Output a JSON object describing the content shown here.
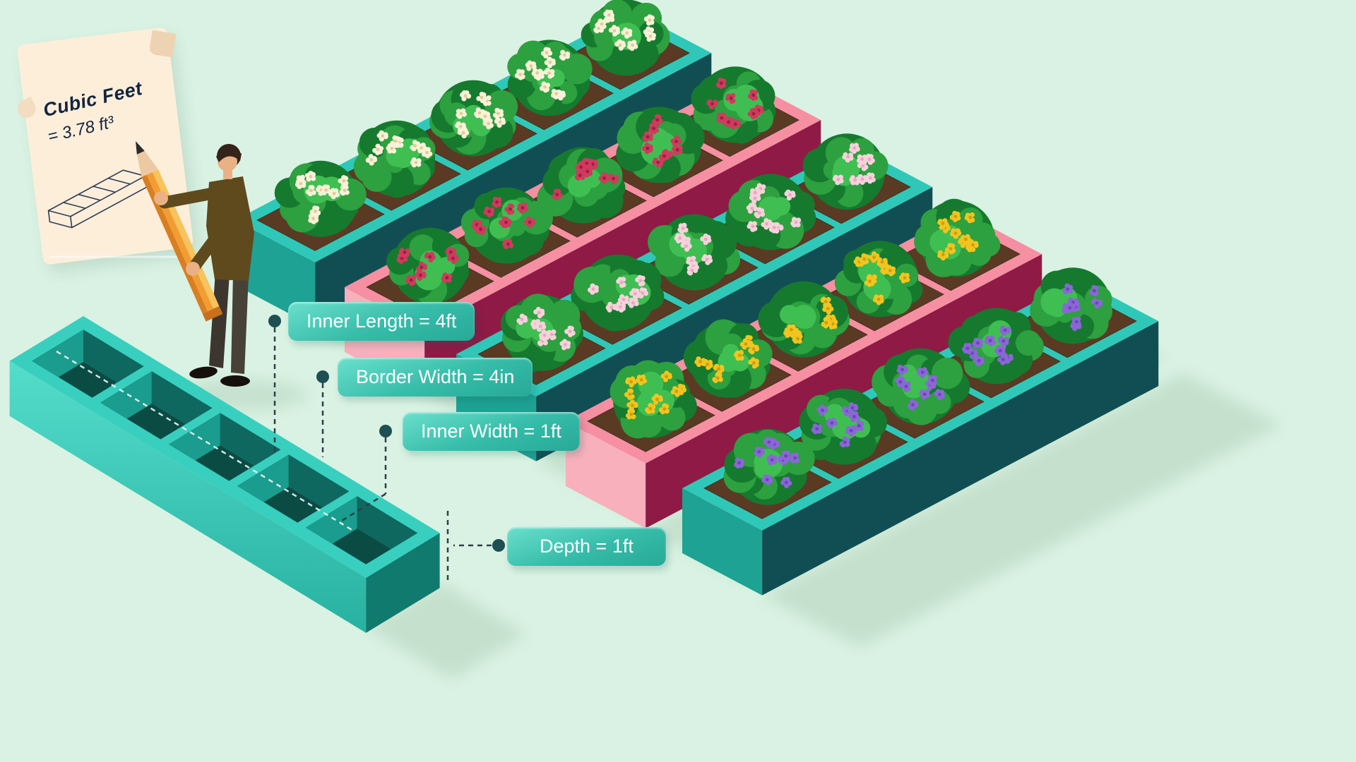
{
  "scene": {
    "background": "#d9f2e3",
    "note": {
      "title": "Cubic Feet",
      "value": "= 3.78 ft³"
    },
    "measurements": [
      {
        "id": "inner-length",
        "text": "Inner Length = 4ft"
      },
      {
        "id": "border-width",
        "text": "Border Width = 4in"
      },
      {
        "id": "inner-width",
        "text": "Inner Width = 1ft"
      },
      {
        "id": "depth",
        "text": "Depth = 1ft"
      }
    ],
    "planter_rows": [
      {
        "name": "teal-planter-white-flowers",
        "box": "teal",
        "flower": "#f8f2da",
        "flower_center": "#e2cd90"
      },
      {
        "name": "pink-planter-red-flowers",
        "box": "pink",
        "flower": "#d03a5e",
        "flower_center": "#9e1f40"
      },
      {
        "name": "teal-planter-pink-flowers",
        "box": "teal",
        "flower": "#f6d2dc",
        "flower_center": "#eba7bc"
      },
      {
        "name": "pink-planter-yellow-flowers",
        "box": "pink",
        "flower": "#f1c41f",
        "flower_center": "#cf9d10"
      },
      {
        "name": "teal-planter-purple-flowers",
        "box": "teal",
        "flower": "#8b66d6",
        "flower_center": "#6a47b8"
      }
    ],
    "palette": {
      "teal_rim": "#2fc8b8",
      "teal_side_dark": "#114e54",
      "teal_side_mid": "#1da294",
      "pink_rim": "#f78fa2",
      "pink_side_dark": "#8f1a45",
      "pink_side_mid": "#f8b0bc",
      "empty_rim": "#38cfbf",
      "empty_side_bright_a": "#55ddcc",
      "empty_side_bright_b": "#27b1a0",
      "empty_side_dark": "#107a6f",
      "empty_inner_dark": "#0a4b44",
      "empty_wall_light": "#1a9c8e",
      "empty_wall_mid": "#0e685f",
      "soil": "#5b3a24",
      "leaf_dark": "#157a2e",
      "leaf_mid": "#2da03f",
      "leaf_light": "#3fbf52",
      "shadow": "#c3dfcb",
      "dash": "#2e3f46",
      "dash_light": "#e9f8f1",
      "dot": "#1e4f52",
      "skin": "#eab184",
      "hair": "#342318",
      "sweater": "#5e4a1d",
      "pants_a": "#3c362f",
      "pants_b": "#484138",
      "shoe": "#15100c",
      "pencil_light": "#f6c35c",
      "pencil_mid": "#f29d33",
      "pencil_dark": "#d87f22",
      "pencil_wood": "#ecc9a2",
      "pencil_tip": "#2b2b2b",
      "pencil_butt": "#c9701d"
    }
  }
}
